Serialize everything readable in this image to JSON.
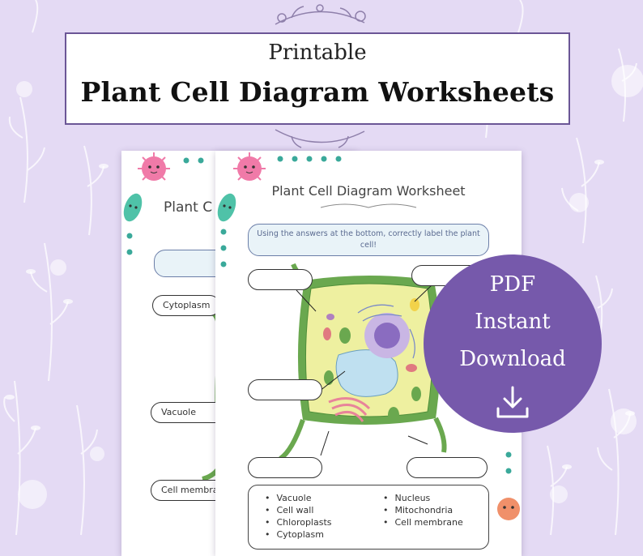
{
  "banner": {
    "subtitle": "Printable",
    "title": "Plant Cell Diagram Worksheets"
  },
  "back_page": {
    "title": "Plant C",
    "labels": [
      "Cytoplasm",
      "Vacuole",
      "Cell membra"
    ]
  },
  "front_page": {
    "title": "Plant Cell Diagram Worksheet",
    "instruction": "Using the answers at the bottom, correctly label the plant cell!",
    "answers_col1": [
      "Vacuole",
      "Cell wall",
      "Chloroplasts",
      "Cytoplasm"
    ],
    "answers_col2": [
      "Nucleus",
      "Mitochondria",
      "Cell membrane"
    ]
  },
  "badge": {
    "line1": "PDF",
    "line2": "Instant",
    "line3": "Download",
    "icon": "download-icon"
  },
  "colors": {
    "background": "#e4daf4",
    "accent_purple": "#7659ab",
    "banner_border": "#6b5696",
    "dot_teal": "#3aa99a",
    "cell_wall_green": "#6aa84f",
    "cytoplasm_yellow": "#eef0a0",
    "vacuole_blue": "#bfe0f0",
    "nucleus_purple": "#b8a2d8"
  }
}
